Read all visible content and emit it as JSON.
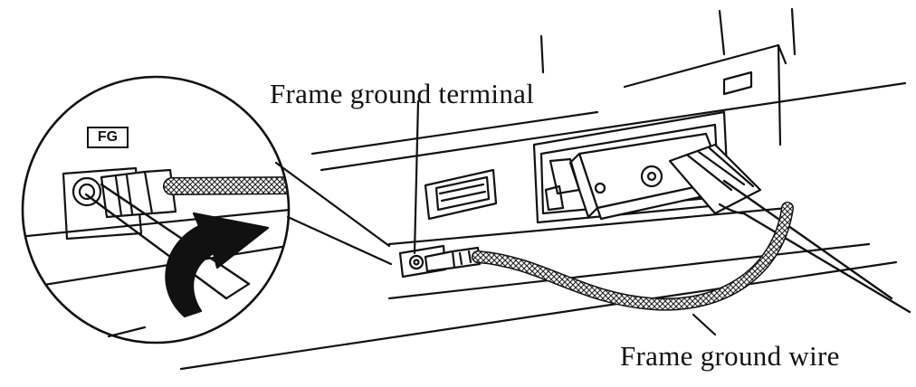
{
  "labels": {
    "frame_ground_terminal": "Frame ground terminal",
    "frame_ground_wire": "Frame ground wire",
    "fg_mark": "FG"
  },
  "colors": {
    "ink": "#111111",
    "paper": "#ffffff",
    "shade": "#d8d8d8"
  }
}
